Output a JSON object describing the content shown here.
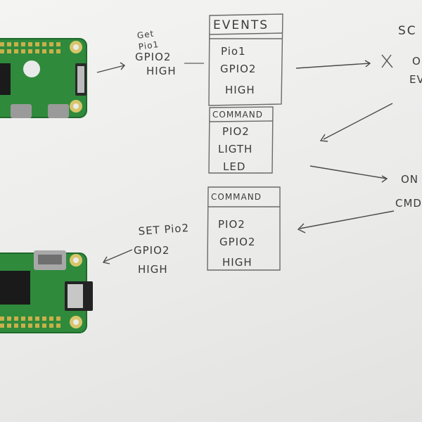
{
  "left_top_label": [
    "Get",
    "Pio1",
    "GPIO2",
    "HIGH"
  ],
  "left_bottom_label": [
    "SET Pio2",
    "GPIO2",
    "HIGH"
  ],
  "box_events": {
    "title": "EVENTS",
    "lines": [
      "Pio1",
      "GPIO2",
      "HIGH"
    ]
  },
  "box_command_1": {
    "title": "COMMAND",
    "lines": [
      "PIO2",
      "LIGTH",
      "LED"
    ]
  },
  "box_command_2": {
    "title": "COMMAND",
    "lines": [
      "PIO2",
      "GPIO2",
      "HIGH"
    ]
  },
  "right_top_label": [
    "SC",
    "O",
    "EV"
  ],
  "right_mid_label": [
    "ON",
    "CMD"
  ],
  "colors": {
    "pcb": "#2f8a3c",
    "pcb_dark": "#1f6a2b",
    "gold": "#c9b04a",
    "ink": "#3b3b3b",
    "pencil": "#6a6a6a"
  }
}
